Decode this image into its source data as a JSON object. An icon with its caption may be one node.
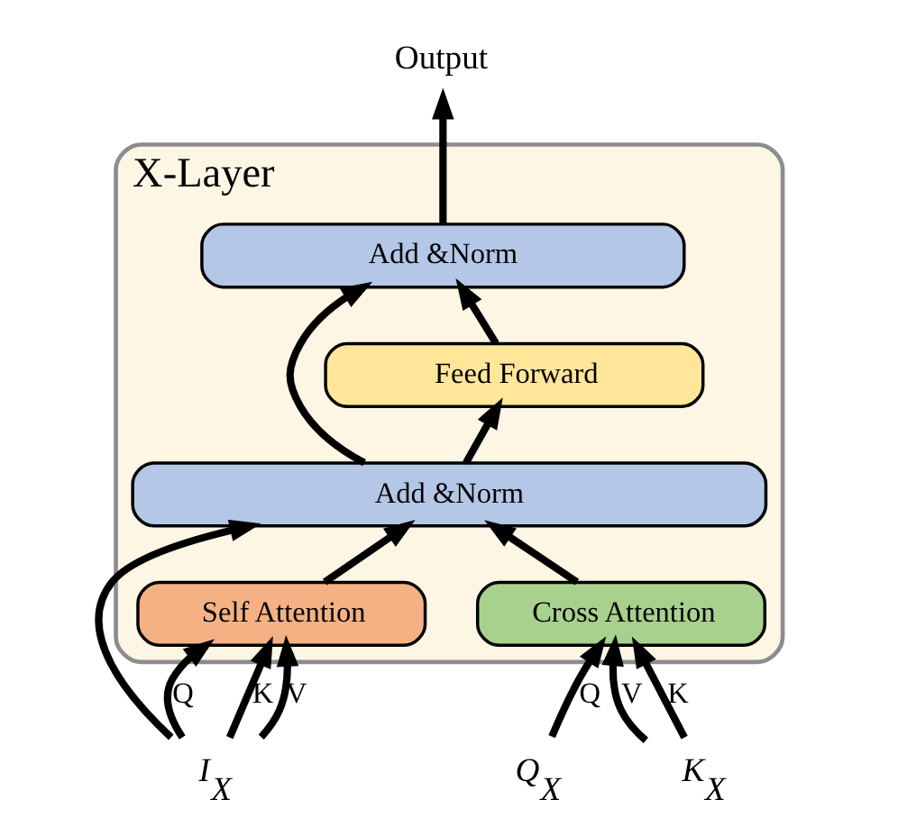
{
  "diagram": {
    "nodes": [
      {
        "text": [
          "X-Layer"
        ]
      },
      {
        "text": [
          "Add &Norm"
        ],
        "in": 0
      },
      {
        "text": [
          "Feed Forward"
        ],
        "in": 0
      },
      {
        "text": [
          "Add &Norm"
        ],
        "in": 0
      },
      {
        "text": [
          "Self Attention"
        ],
        "in": 0
      },
      {
        "text": [
          "Cross Attention"
        ],
        "in": 0
      },
      {
        "text": [
          "Output"
        ]
      },
      {
        "text": [
          "I$_{X}$"
        ]
      },
      {
        "text": [
          "Q$_{X}$"
        ]
      },
      {
        "text": [
          "K$_{X}$"
        ]
      }
    ],
    "edges": [
      {
        "from": 1,
        "to": 6,
        "arrow": "to"
      },
      {
        "from": 2,
        "to": 1,
        "arrow": "to"
      },
      {
        "from": 3,
        "to": 2,
        "arrow": "to"
      },
      {
        "from": 3,
        "to": 1,
        "arrow": "to"
      },
      {
        "from": 4,
        "to": 3,
        "arrow": "to"
      },
      {
        "from": 5,
        "to": 3,
        "arrow": "to"
      },
      {
        "from": 7,
        "to": 4,
        "arrow": "to",
        "label": "Q"
      },
      {
        "from": 7,
        "to": 4,
        "arrow": "to",
        "label": "K"
      },
      {
        "from": 7,
        "to": 4,
        "arrow": "to",
        "label": "V"
      },
      {
        "from": 7,
        "to": 3,
        "arrow": "to"
      },
      {
        "from": 8,
        "to": 5,
        "arrow": "to",
        "label": "Q"
      },
      {
        "from": 9,
        "to": 5,
        "arrow": "to",
        "label": "K"
      },
      {
        "from": 9,
        "to": 5,
        "arrow": "to",
        "label": "V"
      }
    ]
  }
}
